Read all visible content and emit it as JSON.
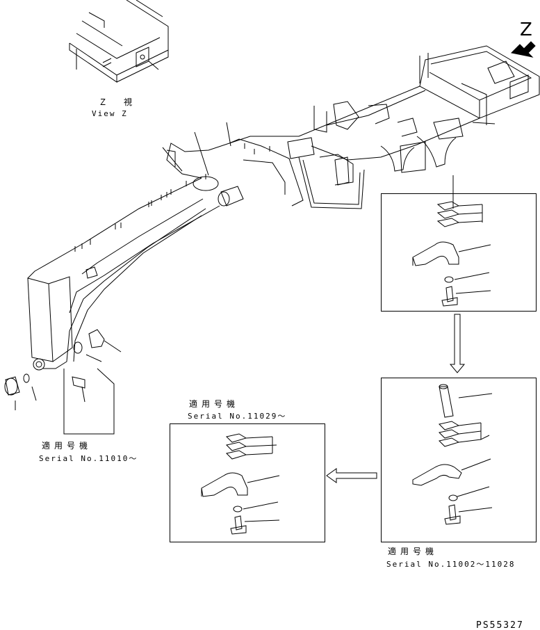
{
  "z_marker": "Z",
  "view_z": {
    "japanese": "Ｚ　視",
    "english": "View Z"
  },
  "applicability": {
    "left": {
      "japanese": "適用号機",
      "serial": "Serial No.11010～"
    },
    "middle": {
      "japanese": "適用号機",
      "serial": "Serial No.11029～"
    },
    "right": {
      "japanese": "適用号機",
      "serial": "Serial No.11002～11028"
    }
  },
  "drawing_number": "PS55327"
}
